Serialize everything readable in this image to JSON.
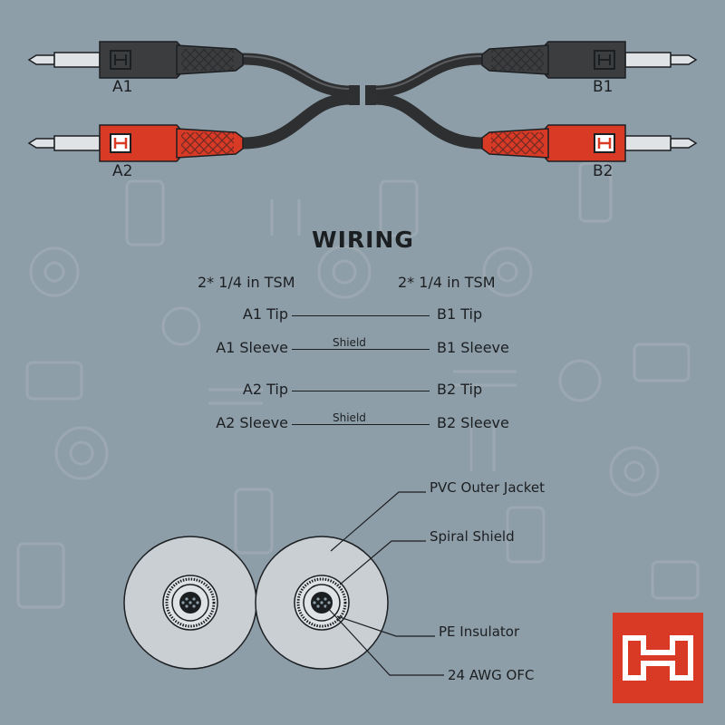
{
  "plugs": {
    "a1": "A1",
    "a2": "A2",
    "b1": "B1",
    "b2": "B2"
  },
  "colors": {
    "background": "#8e9ea8",
    "plug_black": "#3c3d3f",
    "plug_red": "#d83a26",
    "metal": "#dfe3e5",
    "text": "#1c1f22",
    "logo": "#d83a26"
  },
  "wiring": {
    "title": "WIRING",
    "left_header": "2* 1/4 in TSM",
    "right_header": "2* 1/4 in TSM",
    "rows": [
      {
        "left": "A1 Tip",
        "right": "B1 Tip",
        "shield": ""
      },
      {
        "left": "A1 Sleeve",
        "right": "B1 Sleeve",
        "shield": "Shield"
      },
      {
        "left": "A2 Tip",
        "right": "B2 Tip",
        "shield": ""
      },
      {
        "left": "A2 Sleeve",
        "right": "B2 Sleeve",
        "shield": "Shield"
      }
    ]
  },
  "cross_section": {
    "layers": [
      "PVC Outer Jacket",
      "Spiral Shield",
      "PE Insulator",
      "24 AWG OFC"
    ]
  },
  "icons": [
    "hosa-logo-icon",
    "quarter-inch-plug-icon",
    "cable-cross-section-icon"
  ]
}
